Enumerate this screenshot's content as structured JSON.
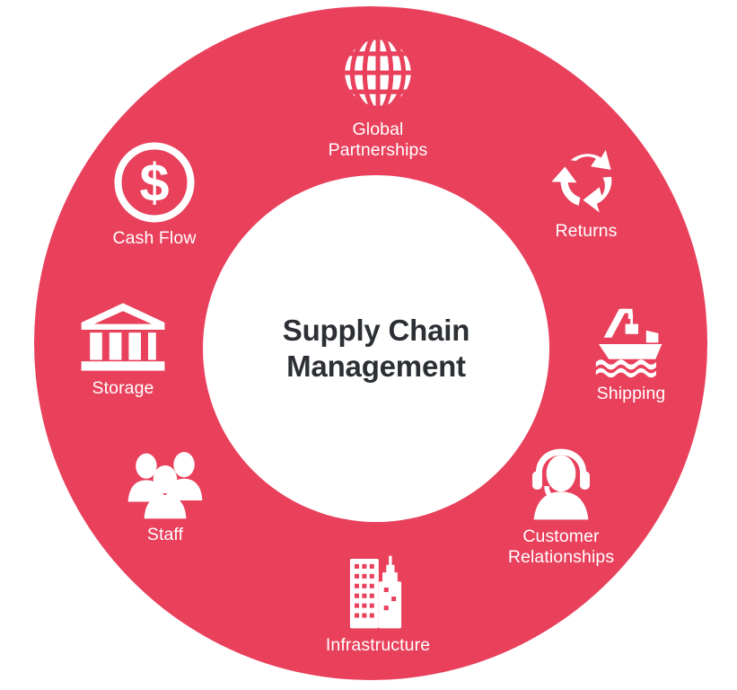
{
  "diagram": {
    "type": "circular-hub-and-spoke",
    "center": {
      "title": "Supply Chain Management",
      "title_line_1": "Supply Chain",
      "title_line_2": "Management",
      "text_color": "#2C2F33",
      "background_color": "#FFFFFF"
    },
    "ring": {
      "color": "#E9405C",
      "label_color": "#FFFFFF",
      "icon_color": "#FFFFFF"
    },
    "nodes": [
      {
        "id": "global-partnerships",
        "label": "Global Partnerships",
        "label_line_1": "Global",
        "label_line_2": "Partnerships",
        "icon": "globe-icon",
        "position": "top"
      },
      {
        "id": "returns",
        "label": "Returns",
        "icon": "recycle-arrows-icon",
        "position": "top-right"
      },
      {
        "id": "shipping",
        "label": "Shipping",
        "icon": "cargo-ship-icon",
        "position": "right"
      },
      {
        "id": "customer-relationships",
        "label": "Customer Relationships",
        "label_line_1": "Customer",
        "label_line_2": "Relationships",
        "icon": "headset-agent-icon",
        "position": "bottom-right"
      },
      {
        "id": "infrastructure",
        "label": "Infrastructure",
        "icon": "city-buildings-icon",
        "position": "bottom"
      },
      {
        "id": "staff",
        "label": "Staff",
        "icon": "three-people-icon",
        "position": "bottom-left"
      },
      {
        "id": "storage",
        "label": "Storage",
        "icon": "warehouse-building-icon",
        "position": "left"
      },
      {
        "id": "cash-flow",
        "label": "Cash Flow",
        "icon": "dollar-coin-icon",
        "position": "top-left"
      }
    ]
  }
}
